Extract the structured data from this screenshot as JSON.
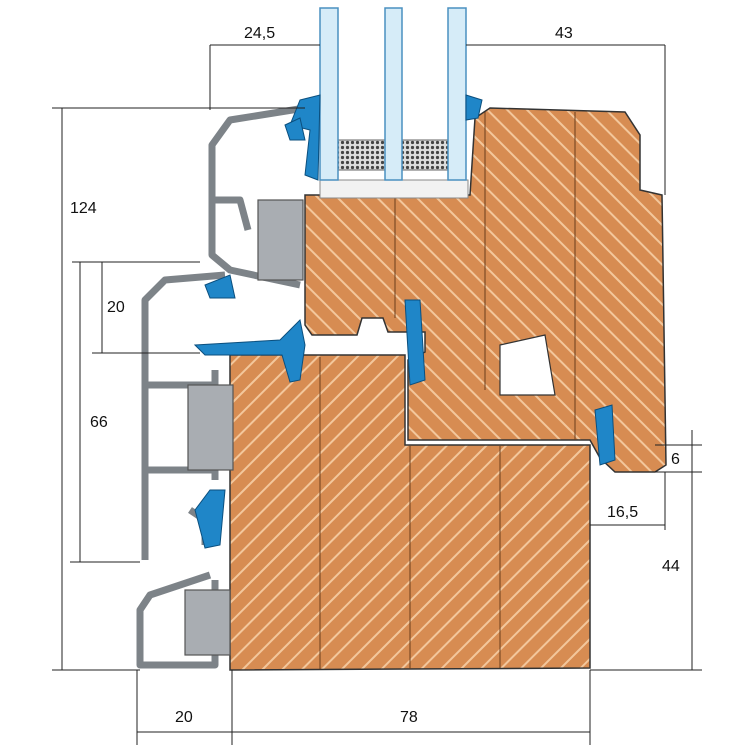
{
  "diagram": {
    "dimensions": {
      "glass_to_cladding": "24,5",
      "glass_to_sash_edge": "43",
      "total_height": "124",
      "cladding_step": "20",
      "frame_cladding_height": "66",
      "sash_overlap": "6",
      "sash_offset": "16,5",
      "frame_height": "44",
      "cladding_depth": "20",
      "frame_depth": "78"
    },
    "colors": {
      "wood": "#d78c52",
      "wood_stripe": "#f3c79c",
      "aluminum": "#7d8388",
      "gasket": "#1f86c8",
      "glass": "#d6ecf8",
      "connector": "#a9adb2"
    }
  }
}
